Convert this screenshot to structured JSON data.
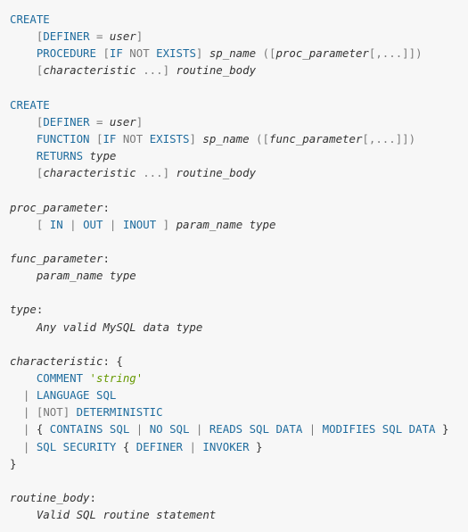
{
  "lines": [
    [
      {
        "t": "CREATE",
        "c": "kw"
      }
    ],
    [
      {
        "t": "    ",
        "c": "pl"
      },
      {
        "t": "[",
        "c": "br"
      },
      {
        "t": "DEFINER",
        "c": "kw"
      },
      {
        "t": " = ",
        "c": "br"
      },
      {
        "t": "user",
        "c": "it"
      },
      {
        "t": "]",
        "c": "br"
      }
    ],
    [
      {
        "t": "    ",
        "c": "pl"
      },
      {
        "t": "PROCEDURE",
        "c": "kw"
      },
      {
        "t": " [",
        "c": "br"
      },
      {
        "t": "IF",
        "c": "kw"
      },
      {
        "t": " NOT ",
        "c": "br"
      },
      {
        "t": "EXISTS",
        "c": "kw"
      },
      {
        "t": "] ",
        "c": "br"
      },
      {
        "t": "sp_name",
        "c": "it"
      },
      {
        "t": " ([",
        "c": "br"
      },
      {
        "t": "proc_parameter",
        "c": "it"
      },
      {
        "t": "[,...]])",
        "c": "br"
      }
    ],
    [
      {
        "t": "    ",
        "c": "pl"
      },
      {
        "t": "[",
        "c": "br"
      },
      {
        "t": "characteristic",
        "c": "it"
      },
      {
        "t": " ...] ",
        "c": "br"
      },
      {
        "t": "routine_body",
        "c": "it"
      }
    ],
    [],
    [
      {
        "t": "CREATE",
        "c": "kw"
      }
    ],
    [
      {
        "t": "    ",
        "c": "pl"
      },
      {
        "t": "[",
        "c": "br"
      },
      {
        "t": "DEFINER",
        "c": "kw"
      },
      {
        "t": " = ",
        "c": "br"
      },
      {
        "t": "user",
        "c": "it"
      },
      {
        "t": "]",
        "c": "br"
      }
    ],
    [
      {
        "t": "    ",
        "c": "pl"
      },
      {
        "t": "FUNCTION",
        "c": "kw"
      },
      {
        "t": " [",
        "c": "br"
      },
      {
        "t": "IF",
        "c": "kw"
      },
      {
        "t": " NOT ",
        "c": "br"
      },
      {
        "t": "EXISTS",
        "c": "kw"
      },
      {
        "t": "] ",
        "c": "br"
      },
      {
        "t": "sp_name",
        "c": "it"
      },
      {
        "t": " ([",
        "c": "br"
      },
      {
        "t": "func_parameter",
        "c": "it"
      },
      {
        "t": "[,...]])",
        "c": "br"
      }
    ],
    [
      {
        "t": "    ",
        "c": "pl"
      },
      {
        "t": "RETURNS",
        "c": "kw"
      },
      {
        "t": " ",
        "c": "pl"
      },
      {
        "t": "type",
        "c": "it"
      }
    ],
    [
      {
        "t": "    ",
        "c": "pl"
      },
      {
        "t": "[",
        "c": "br"
      },
      {
        "t": "characteristic",
        "c": "it"
      },
      {
        "t": " ...] ",
        "c": "br"
      },
      {
        "t": "routine_body",
        "c": "it"
      }
    ],
    [],
    [
      {
        "t": "proc_parameter",
        "c": "it"
      },
      {
        "t": ":",
        "c": "pl"
      }
    ],
    [
      {
        "t": "    ",
        "c": "pl"
      },
      {
        "t": "[ ",
        "c": "br"
      },
      {
        "t": "IN",
        "c": "kw"
      },
      {
        "t": " | ",
        "c": "br"
      },
      {
        "t": "OUT",
        "c": "kw"
      },
      {
        "t": " | ",
        "c": "br"
      },
      {
        "t": "INOUT",
        "c": "kw"
      },
      {
        "t": " ] ",
        "c": "br"
      },
      {
        "t": "param_name type",
        "c": "it"
      }
    ],
    [],
    [
      {
        "t": "func_parameter",
        "c": "it"
      },
      {
        "t": ":",
        "c": "pl"
      }
    ],
    [
      {
        "t": "    ",
        "c": "pl"
      },
      {
        "t": "param_name type",
        "c": "it"
      }
    ],
    [],
    [
      {
        "t": "type",
        "c": "it"
      },
      {
        "t": ":",
        "c": "pl"
      }
    ],
    [
      {
        "t": "    ",
        "c": "pl"
      },
      {
        "t": "Any valid MySQL data type",
        "c": "it"
      }
    ],
    [],
    [
      {
        "t": "characteristic",
        "c": "it"
      },
      {
        "t": ": {",
        "c": "pl"
      }
    ],
    [
      {
        "t": "    ",
        "c": "pl"
      },
      {
        "t": "COMMENT",
        "c": "kw"
      },
      {
        "t": " ",
        "c": "pl"
      },
      {
        "t": "'string'",
        "c": "str"
      }
    ],
    [
      {
        "t": "  | ",
        "c": "br"
      },
      {
        "t": "LANGUAGE SQL",
        "c": "kw"
      }
    ],
    [
      {
        "t": "  | [",
        "c": "br"
      },
      {
        "t": "NOT",
        "c": "br"
      },
      {
        "t": "] ",
        "c": "br"
      },
      {
        "t": "DETERMINISTIC",
        "c": "kw"
      }
    ],
    [
      {
        "t": "  | ",
        "c": "br"
      },
      {
        "t": "{ ",
        "c": "pl"
      },
      {
        "t": "CONTAINS SQL",
        "c": "kw"
      },
      {
        "t": " | ",
        "c": "br"
      },
      {
        "t": "NO SQL",
        "c": "kw"
      },
      {
        "t": " | ",
        "c": "br"
      },
      {
        "t": "READS SQL DATA",
        "c": "kw"
      },
      {
        "t": " | ",
        "c": "br"
      },
      {
        "t": "MODIFIES SQL DATA",
        "c": "kw"
      },
      {
        "t": " }",
        "c": "pl"
      }
    ],
    [
      {
        "t": "  | ",
        "c": "br"
      },
      {
        "t": "SQL SECURITY",
        "c": "kw"
      },
      {
        "t": " { ",
        "c": "pl"
      },
      {
        "t": "DEFINER",
        "c": "kw"
      },
      {
        "t": " | ",
        "c": "br"
      },
      {
        "t": "INVOKER",
        "c": "kw"
      },
      {
        "t": " }",
        "c": "pl"
      }
    ],
    [
      {
        "t": "}",
        "c": "pl"
      }
    ],
    [],
    [
      {
        "t": "routine_body",
        "c": "it"
      },
      {
        "t": ":",
        "c": "pl"
      }
    ],
    [
      {
        "t": "    ",
        "c": "pl"
      },
      {
        "t": "Valid SQL routine statement",
        "c": "it"
      }
    ]
  ],
  "colors": {
    "keyword": "#1f6c9e",
    "bracket": "#7a7a7a",
    "string": "#669900",
    "text": "#333333",
    "background": "#f7f7f7"
  }
}
